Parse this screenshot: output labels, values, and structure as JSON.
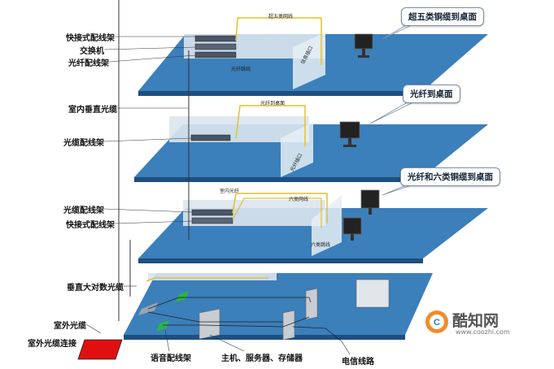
{
  "left_labels": [
    {
      "id": "fast-patch-top",
      "text": "快接式配线架"
    },
    {
      "id": "switch",
      "text": "交换机"
    },
    {
      "id": "fiber-rack-top",
      "text": "光纤配线架"
    },
    {
      "id": "indoor-vertical",
      "text": "室内垂直光缆"
    },
    {
      "id": "cable-rack-2",
      "text": "光缆配线架"
    },
    {
      "id": "cable-rack-3",
      "text": "光缆配线架"
    },
    {
      "id": "fast-patch-3",
      "text": "快接式配线架"
    },
    {
      "id": "vertical-large",
      "text": "垂直大对数光缆"
    },
    {
      "id": "outdoor-cable",
      "text": "室外光缆"
    },
    {
      "id": "outdoor-connect",
      "text": "室外光缆连接"
    }
  ],
  "callouts": {
    "floor1": "超五类铜缆到桌面",
    "floor2": "光纤到桌面",
    "floor3": "光纤和六类铜缆到桌面"
  },
  "tiny_labels": {
    "cat5_cable": "超五类网线",
    "fiber_jumper": "光纤跳线",
    "info_outlet": "信息插口",
    "fiber_to_desk": "光纤到桌面",
    "fiber_outlet": "光纤插口",
    "indoor_fiber": "室内光纤",
    "cat6_cable_top": "六类网线",
    "cat6_cable_bottom": "六类跳线"
  },
  "bottom_labels": {
    "voice_rack": "语音配线架",
    "servers": "主机、服务器、存储器",
    "telecom": "电信线路"
  },
  "watermark": {
    "text": "酷知网",
    "url": "www.coozhi.com"
  },
  "colors": {
    "floor": "#2f6fa8",
    "floor_edge": "#1d4f80",
    "cable": "#e2c12e",
    "wall": "#d8e4ee",
    "outdoor_red": "#e01010"
  }
}
